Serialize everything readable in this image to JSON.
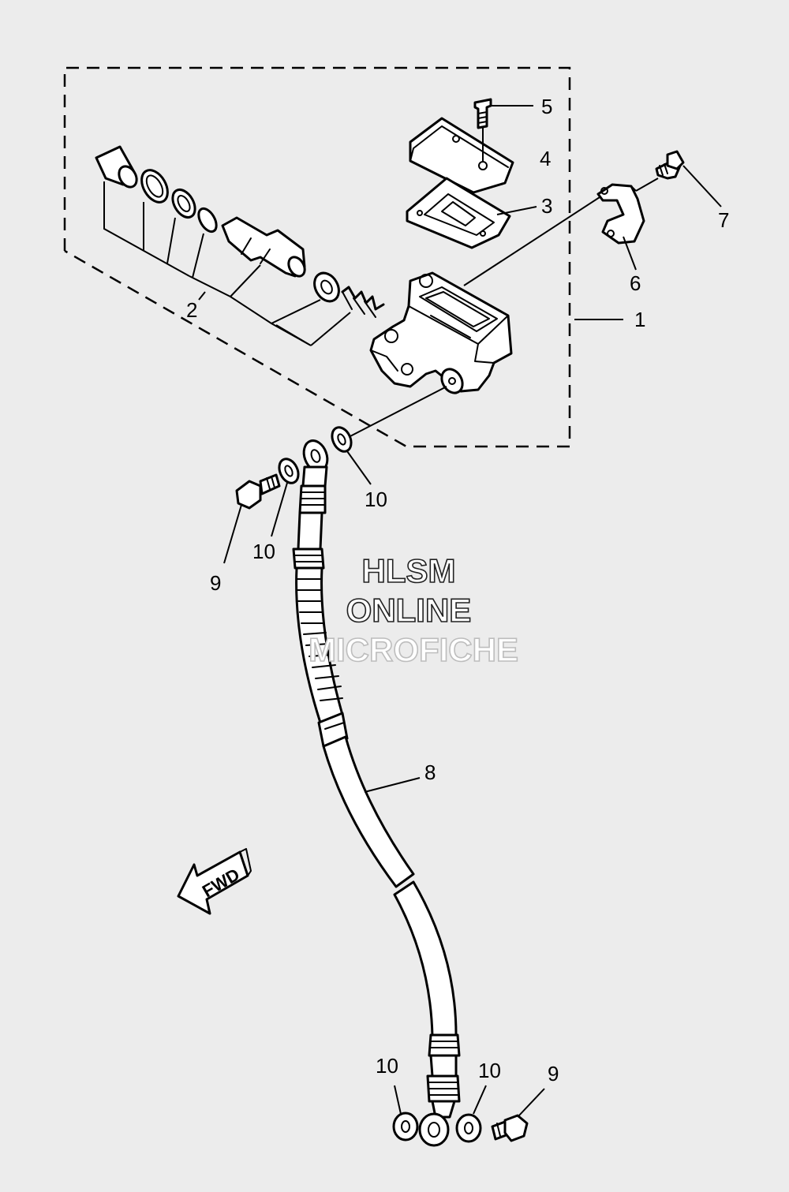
{
  "callouts": {
    "c1": "1",
    "c2": "2",
    "c3": "3",
    "c4": "4",
    "c5": "5",
    "c6": "6",
    "c7": "7",
    "c8": "8",
    "c9_top": "9",
    "c9_bottom": "9",
    "c10_a": "10",
    "c10_b": "10",
    "c10_c": "10",
    "c10_d": "10"
  },
  "watermark": {
    "line1": "HLSM",
    "line2": "ONLINE",
    "line3": "MICROFICHE"
  },
  "direction_arrow": {
    "label": "FWD"
  },
  "colors": {
    "background": "#ececec",
    "line": "#000000",
    "part_fill": "#ffffff"
  }
}
